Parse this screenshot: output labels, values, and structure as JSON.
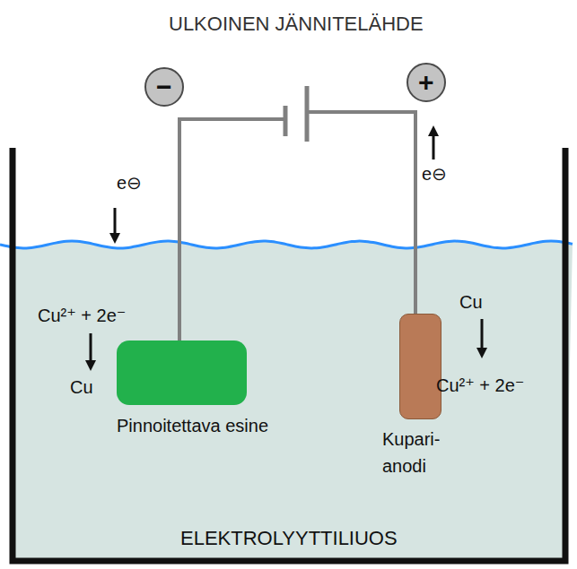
{
  "diagram": {
    "title": "ULKOINEN JÄNNITELÄHDE",
    "nodes": [
      {
        "text": [
          "−"
        ]
      },
      {
        "text": [
          "+"
        ]
      },
      {
        "text": [
          "Pinnoitettava esine"
        ]
      },
      {
        "text": [
          "Kupari- anodi"
        ]
      }
    ],
    "labels": [
      "e⊖",
      "e⊖",
      "Cu²⁺ + 2e⁻",
      "Cu",
      "Cu",
      "Cu²⁺ + 2e⁻",
      "ELEKTROLYYTTILIUOS"
    ]
  }
}
